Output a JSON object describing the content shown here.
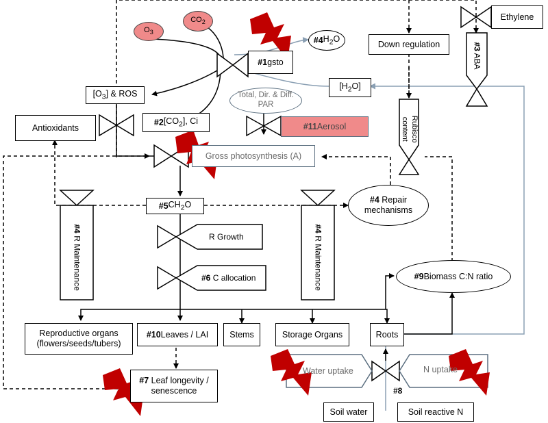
{
  "nodes": {
    "o3": {
      "html": "O<sub>3</sub>"
    },
    "co2": {
      "html": "CO<sub>2</sub>"
    },
    "h2o_out": {
      "num": "#4",
      "html": " H<sub>2</sub>O"
    },
    "gsto": {
      "num": "#1",
      "text": " gsto"
    },
    "down_regulation": {
      "text": "Down regulation"
    },
    "ethylene": {
      "text": "Ethylene"
    },
    "aba": {
      "num": "#3",
      "text": "ABA"
    },
    "o3_ros": {
      "html": "[O<sub>3</sub>] &amp; ROS"
    },
    "h2o_box": {
      "html": "[H<sub>2</sub>O]"
    },
    "par": {
      "text": "Total, Dir. & Diff. PAR"
    },
    "antioxidants": {
      "text": "Antioxidants"
    },
    "co2_ci": {
      "num": "#2",
      "html": " [CO<sub>2</sub>], Ci"
    },
    "aerosol": {
      "num": "#11",
      "text": " Aerosol"
    },
    "rubisco": {
      "text": "Rubisco content"
    },
    "gross_photosynthesis": {
      "text": "Gross photosynthesis (A)"
    },
    "ch2o": {
      "num": "#5",
      "html": " CH<sub>2</sub>O"
    },
    "repair": {
      "num": "#4",
      "text": " Repair mechanisms"
    },
    "r_growth": {
      "text": "R Growth"
    },
    "c_allocation": {
      "num": "#6",
      "text": " C allocation"
    },
    "r_maint_left": {
      "num": "#4",
      "text": " R Maintenance"
    },
    "r_maint_mid": {
      "num": "#4",
      "text": " R Maintenance"
    },
    "biomass_cn": {
      "num": "#9",
      "text": " Biomass C:N ratio"
    },
    "reproductive": {
      "text": "Reproductive organs (flowers/seeds/tubers)"
    },
    "leaves": {
      "num": "#10",
      "text": " Leaves / LAI"
    },
    "stems": {
      "text": "Stems"
    },
    "storage": {
      "text": "Storage Organs"
    },
    "roots": {
      "text": "Roots"
    },
    "water_uptake": {
      "text": "Water uptake"
    },
    "n_uptake": {
      "text": "N uptake"
    },
    "n8": {
      "text": "#8"
    },
    "leaf_longevity": {
      "num": "#7",
      "text": " Leaf longevity / senescence"
    },
    "soil_water": {
      "text": "Soil water"
    },
    "soil_n": {
      "text": "Soil reactive N"
    }
  },
  "colors": {
    "line": "#000000",
    "grey_line": "#8a9fb3",
    "highlight": "#f08a8a",
    "lightning": "#c00000",
    "box_grey_border": "#5b6f80"
  },
  "icons": [
    "lightning-icon",
    "valve-icon"
  ]
}
